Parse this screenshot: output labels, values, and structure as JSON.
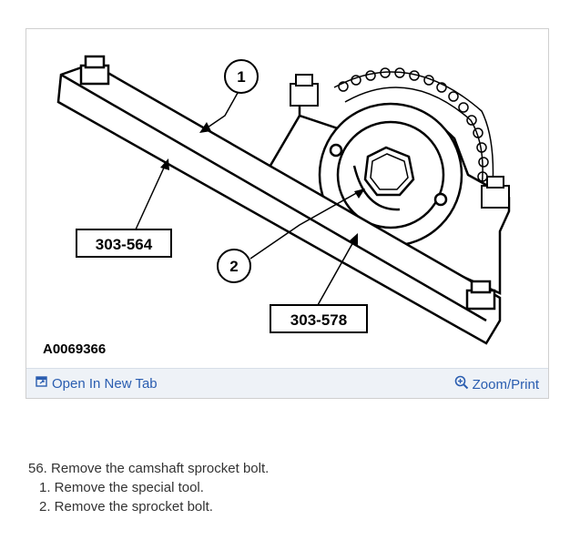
{
  "figure": {
    "callouts": [
      "1",
      "2"
    ],
    "tool_labels": [
      "303-564",
      "303-578"
    ],
    "figure_id": "A0069366",
    "icons": [
      "open-new-tab-icon",
      "zoom-icon"
    ]
  },
  "toolbar": {
    "open_tab_label": "Open In New Tab",
    "zoom_label": "Zoom/Print"
  },
  "procedure": {
    "step_text": "56. Remove the camshaft sprocket bolt.",
    "substeps": [
      "1. Remove the special tool.",
      "2. Remove the sprocket bolt."
    ]
  },
  "colors": {
    "link": "#2a5db0",
    "toolbar_bg": "#eef2f7"
  }
}
